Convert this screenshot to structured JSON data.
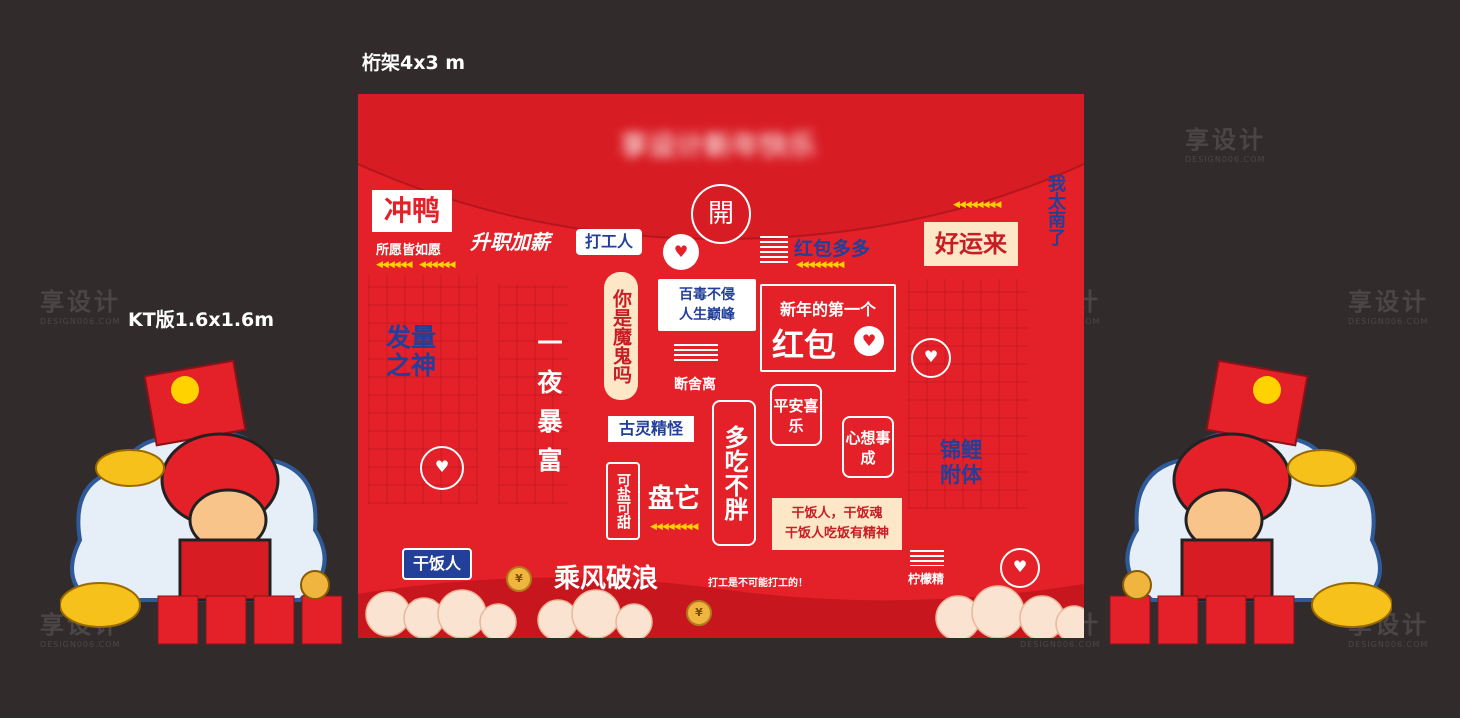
{
  "labels": {
    "truss": "桁架4x3 m",
    "kt": "KT版1.6x1.6m"
  },
  "watermark": {
    "main": "享设计",
    "sub": "DESIGN006.COM"
  },
  "board": {
    "blurred_title": "享设计新年快乐",
    "open_seal": "開",
    "texts": {
      "chongya": "冲鸭",
      "chongya_sub": "所愿皆如愿",
      "shengzhi": "升职加薪",
      "dagongren": "打工人",
      "hongbao_duoduo": "红包多多",
      "haoyunlai": "好运来",
      "wotainanle": "我太南了",
      "faliang": "发量之神",
      "yiyebaofu": "一夜暴富",
      "nishimoguima": "你是魔鬼吗",
      "baidu": "百毒不侵",
      "rensheng": "人生巅峰",
      "xinnian": "新年的第一个",
      "hongbao": "红包",
      "duanshe": "断舍离",
      "gulingjingguai": "古灵精怪",
      "duochibupang": "多吃不胖",
      "pingan": "平安喜乐",
      "xinxiang": "心想事成",
      "jinli": "锦鲤附体",
      "keyan": "可盐可甜",
      "panta": "盘它",
      "ganfan_line1": "干饭人，干饭魂",
      "ganfan_line2": "干饭人吃饭有精神",
      "ganfanren": "干饭人",
      "chengfeng": "乘风破浪",
      "dagong_small": "打工是不可能打工的！",
      "ningmeng": "柠檬精"
    }
  },
  "colors": {
    "background": "#312b2b",
    "board_red": "#e42028",
    "navy": "#223f9a",
    "gold": "#ffd200",
    "cream": "#fde7c6"
  },
  "icons": [
    "heart-bubble-icon",
    "arrows-icon",
    "stripes-icon",
    "cloud-icon",
    "coin-icon",
    "lion-mascot-icon",
    "gold-ingot-icon",
    "red-envelope-icon"
  ]
}
